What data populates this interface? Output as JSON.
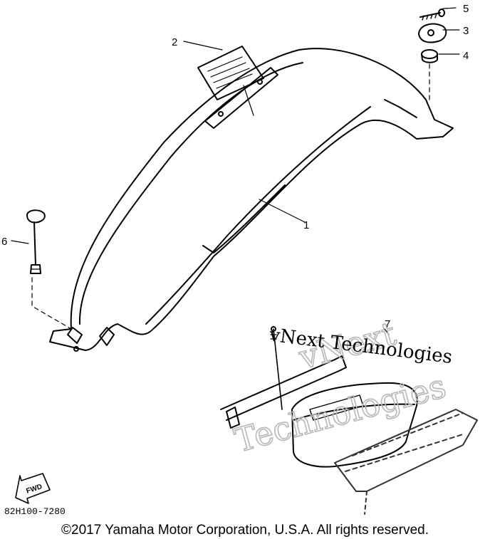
{
  "callouts": {
    "p1": "1",
    "p2": "2",
    "p3": "3",
    "p4": "4",
    "p5": "5",
    "p6": "6",
    "p7": "7"
  },
  "arrow_label": "FWD",
  "diagram_code": "82H100-7280",
  "watermark": {
    "line1": "vNext",
    "line2": "Technologies",
    "inline": "vNext Technologies"
  },
  "copyright": "©2017 Yamaha Motor Corporation, U.S.A. All rights reserved."
}
